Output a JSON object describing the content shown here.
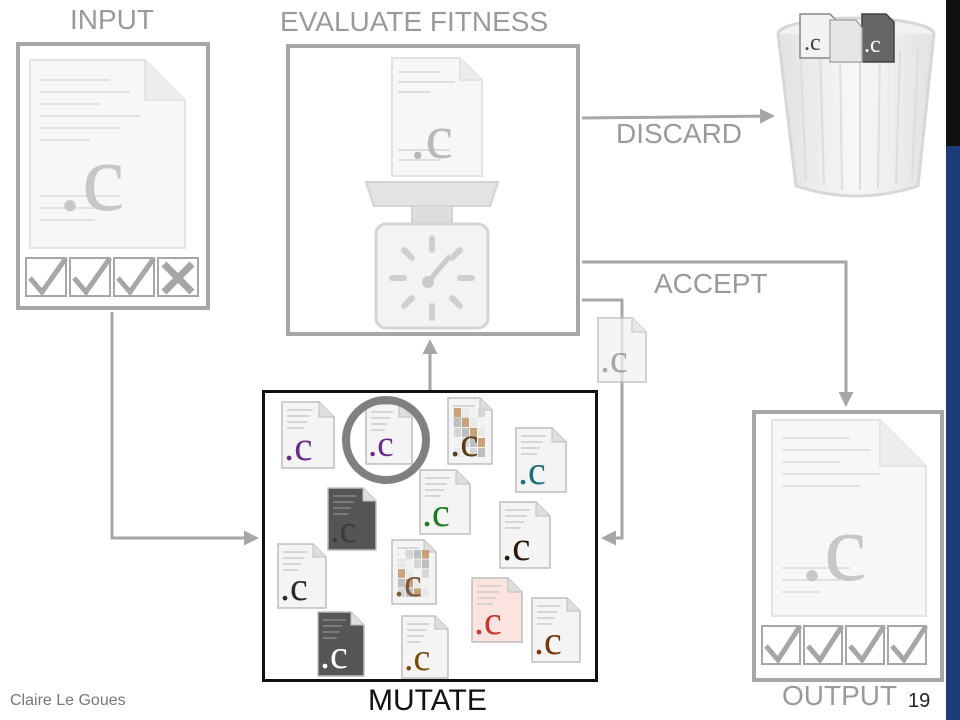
{
  "labels": {
    "input": "INPUT",
    "evaluate": "EVALUATE FITNESS",
    "discard": "DISCARD",
    "accept": "ACCEPT",
    "mutate": "MUTATE",
    "output": "OUTPUT"
  },
  "file_ext": ".c",
  "footer": {
    "author": "Claire Le Goues",
    "page_number": "19"
  },
  "input_tests": [
    "pass",
    "pass",
    "pass",
    "fail"
  ],
  "output_tests": [
    "pass",
    "pass",
    "pass",
    "pass"
  ],
  "colors": {
    "arrow": "#a6a6a6",
    "label": "#9a9a9a",
    "accent_blue": "#1d3c78",
    "mutate_border": "#111111"
  },
  "variant_colors": [
    "#6a2c8c",
    "#6a2c8c",
    "#5a3a1a",
    "#1f6e7a",
    "#3a3a3a",
    "#1d7a1d",
    "#2a1a0a",
    "#2a2a2a",
    "#7a5a3a",
    "#c0392b",
    "#7a3a0a",
    "#2a6a2a",
    "#7a4a0a"
  ]
}
